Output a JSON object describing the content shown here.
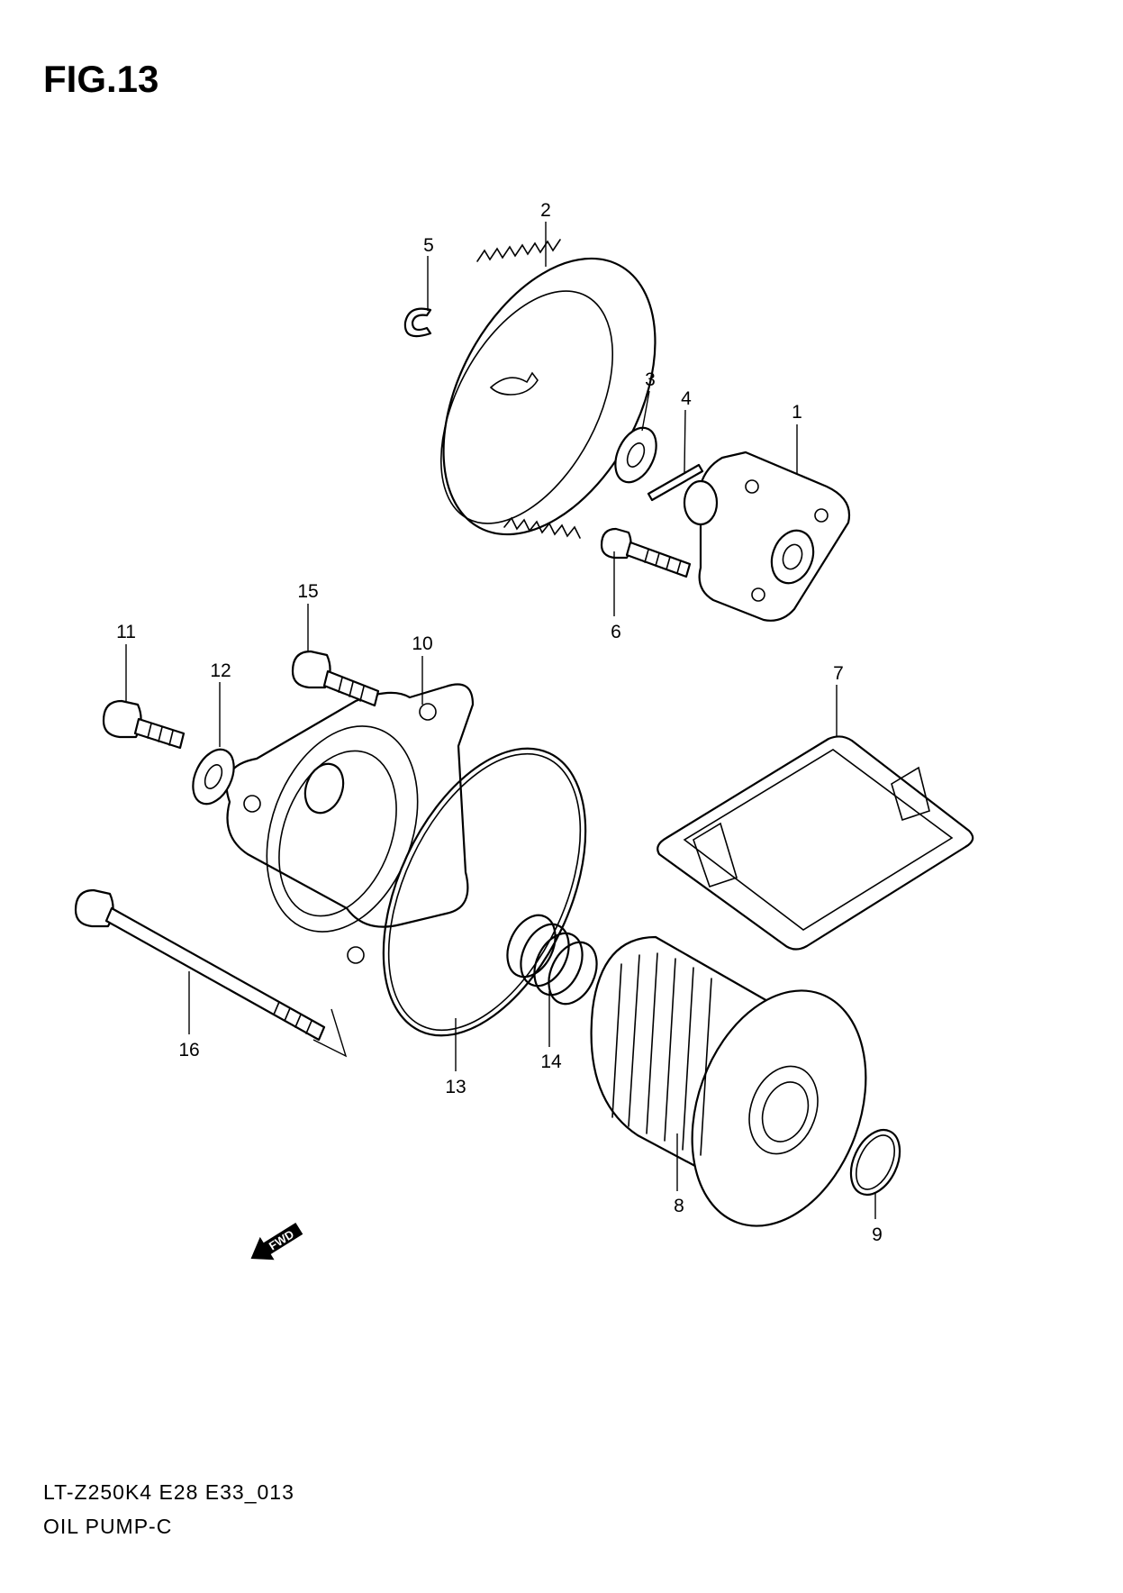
{
  "figure": {
    "title": "FIG.13"
  },
  "footer": {
    "model_code": "LT-Z250K4 E28 E33_013",
    "section_name": "OIL PUMP-C"
  },
  "fwd_label": "FWD",
  "callouts": {
    "c1": "1",
    "c2": "2",
    "c3": "3",
    "c4": "4",
    "c5": "5",
    "c6": "6",
    "c7": "7",
    "c8": "8",
    "c9": "9",
    "c10": "10",
    "c11": "11",
    "c12": "12",
    "c13": "13",
    "c14": "14",
    "c15": "15",
    "c16": "16"
  }
}
